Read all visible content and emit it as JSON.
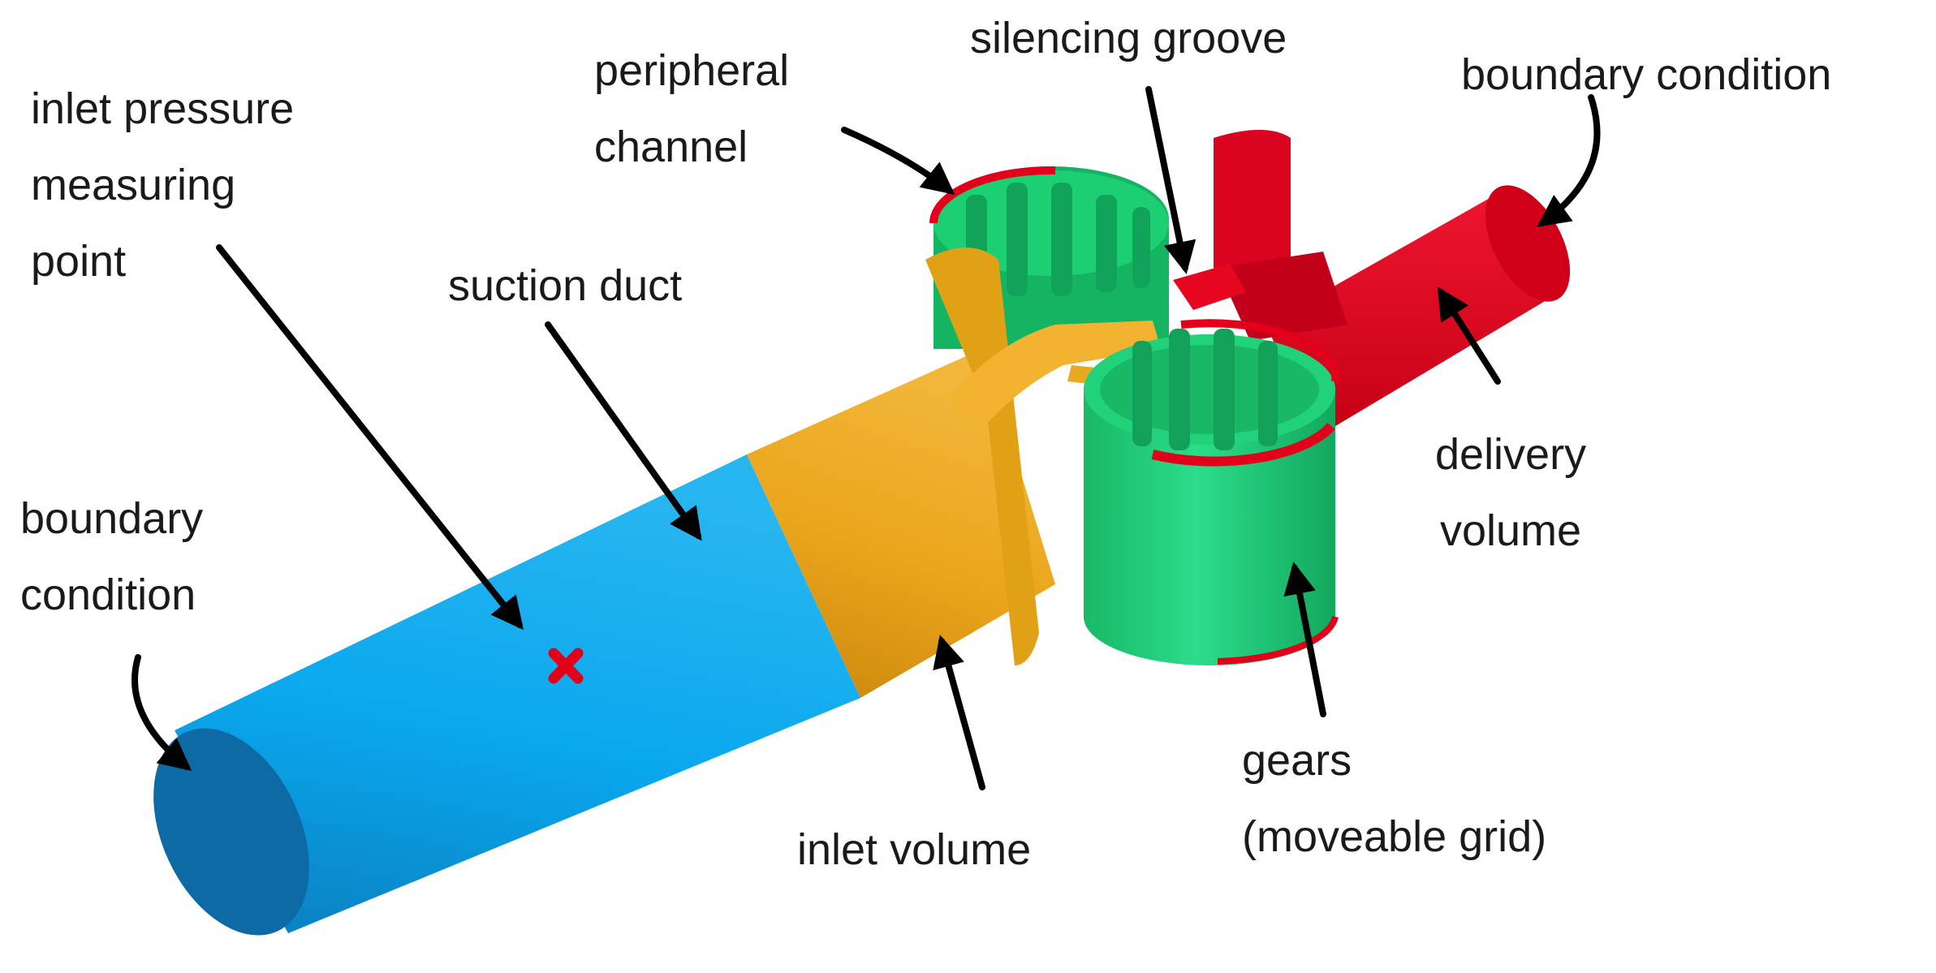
{
  "labels": {
    "inlet_pressure_point": [
      "inlet pressure",
      "measuring",
      "point"
    ],
    "boundary_condition_left": [
      "boundary",
      "condition"
    ],
    "suction_duct": "suction duct",
    "peripheral_channel": [
      "peripheral",
      "channel"
    ],
    "silencing_groove": "silencing groove",
    "boundary_condition_right": "boundary condition",
    "delivery_volume": [
      "delivery",
      "volume"
    ],
    "gears": [
      "gears",
      "(moveable grid)"
    ],
    "inlet_volume": "inlet volume"
  },
  "colors": {
    "suction_duct": "#009fe3",
    "inlet_volume": "#e8a415",
    "gears": "#1fcf7a",
    "delivery": "#e3001b",
    "arrow": "#000000",
    "marker": "#e3001b",
    "text": "#1a1a1a"
  }
}
